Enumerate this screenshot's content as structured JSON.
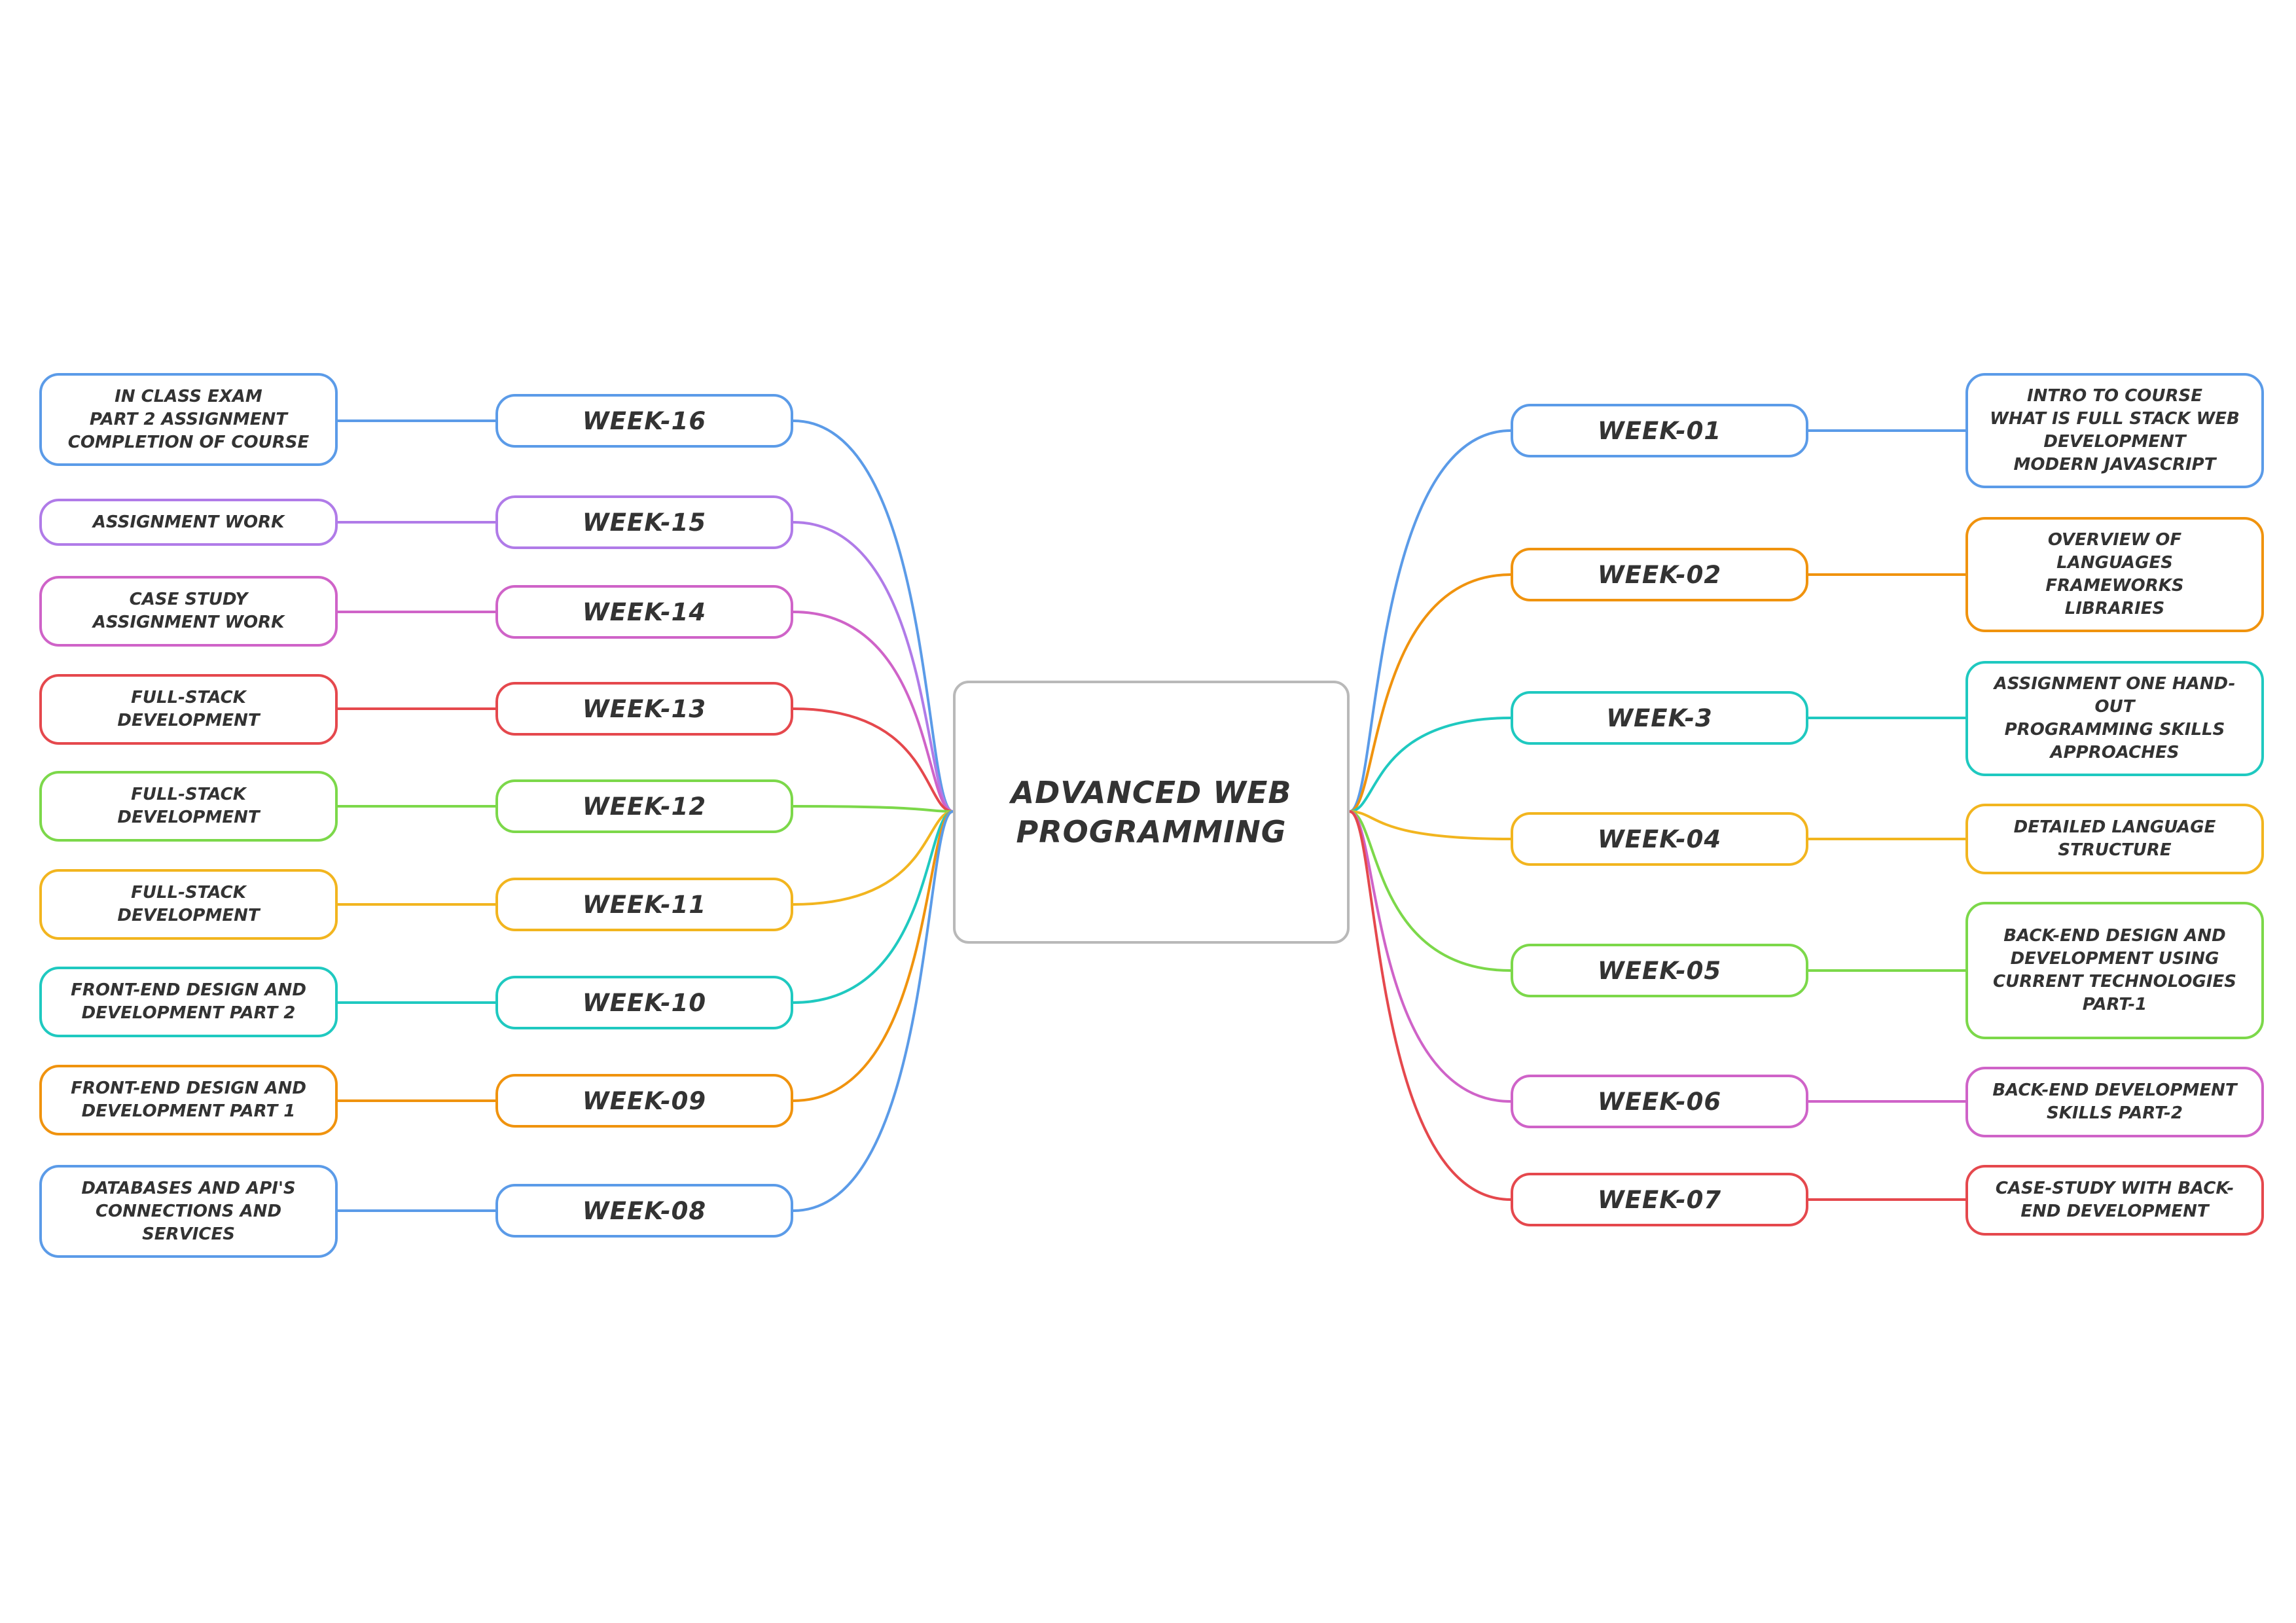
{
  "root": {
    "label": "ADVANCED WEB\nPROGRAMMING"
  },
  "right": [
    {
      "week": "WEEK-01",
      "detail": "INTRO TO COURSE\nWHAT IS FULL STACK WEB\nDEVELOPMENT\nMODERN JAVASCRIPT",
      "color": "#5b9be8"
    },
    {
      "week": "WEEK-02",
      "detail": "OVERVIEW OF\nLANGUAGES\nFRAMEWORKS\nLIBRARIES",
      "color": "#f0930e"
    },
    {
      "week": "WEEK-3",
      "detail": "ASSIGNMENT ONE HAND-\nOUT\nPROGRAMMING SKILLS\nAPPROACHES",
      "color": "#1fc9c0"
    },
    {
      "week": "WEEK-04",
      "detail": "DETAILED LANGUAGE\nSTRUCTURE",
      "color": "#f2b51f"
    },
    {
      "week": "WEEK-05",
      "detail": "BACK-END DESIGN AND\nDEVELOPMENT USING\nCURRENT TECHNOLOGIES\nPART-1",
      "color": "#7cd84a"
    },
    {
      "week": "WEEK-06",
      "detail": "BACK-END DEVELOPMENT\nSKILLS PART-2",
      "color": "#cf63c8"
    },
    {
      "week": "WEEK-07",
      "detail": "CASE-STUDY WITH BACK-\nEND DEVELOPMENT",
      "color": "#e5484d"
    }
  ],
  "left": [
    {
      "week": "WEEK-16",
      "detail": "IN CLASS EXAM\nPART 2 ASSIGNMENT\nCOMPLETION OF COURSE",
      "color": "#5b9be8"
    },
    {
      "week": "WEEK-15",
      "detail": "ASSIGNMENT WORK",
      "color": "#b07be8"
    },
    {
      "week": "WEEK-14",
      "detail": "CASE STUDY\nASSIGNMENT WORK",
      "color": "#cf63c8"
    },
    {
      "week": "WEEK-13",
      "detail": "FULL-STACK\nDEVELOPMENT",
      "color": "#e5484d"
    },
    {
      "week": "WEEK-12",
      "detail": "FULL-STACK\nDEVELOPMENT",
      "color": "#7cd84a"
    },
    {
      "week": "WEEK-11",
      "detail": "FULL-STACK\nDEVELOPMENT",
      "color": "#f2b51f"
    },
    {
      "week": "WEEK-10",
      "detail": "FRONT-END DESIGN AND\nDEVELOPMENT PART 2",
      "color": "#1fc9c0"
    },
    {
      "week": "WEEK-09",
      "detail": "FRONT-END DESIGN AND\nDEVELOPMENT PART 1",
      "color": "#f0930e"
    },
    {
      "week": "WEEK-08",
      "detail": "DATABASES AND API'S\nCONNECTIONS AND\nSERVICES",
      "color": "#5b9be8"
    }
  ]
}
